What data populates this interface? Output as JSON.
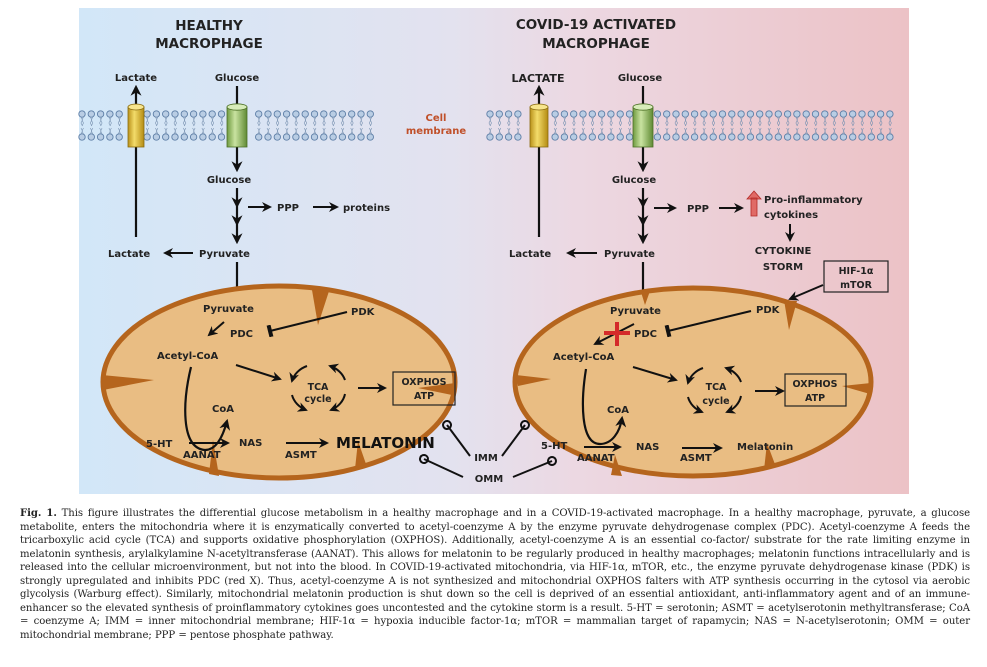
{
  "figure": {
    "healthy": {
      "title_line1": "HEALTHY",
      "title_line2": "MACROPHAGE",
      "lactate_out": "Lactate",
      "glucose_out": "Glucose",
      "glucose_in": "Glucose",
      "ppp": "PPP",
      "proteins": "proteins",
      "lactate_in": "Lactate",
      "pyruvate": "Pyruvate",
      "mito": {
        "pyruvate": "Pyruvate",
        "pdk": "PDK",
        "pdc": "PDC",
        "acetyl_coa": "Acetyl-CoA",
        "tca_line1": "TCA",
        "tca_line2": "cycle",
        "oxphos": "OXPHOS",
        "atp": "ATP",
        "coa": "CoA",
        "serotonin": "5-HT",
        "aanat": "AANAT",
        "nas": "NAS",
        "asmt": "ASMT",
        "melatonin": "MELATONIN"
      }
    },
    "covid": {
      "title_line1": "COVID-19 ACTIVATED",
      "title_line2": "MACROPHAGE",
      "lactate_out": "LACTATE",
      "glucose_out": "Glucose",
      "glucose_in": "Glucose",
      "ppp": "PPP",
      "cytokines_line1": "Pro-inflammatory",
      "cytokines_line2": "cytokines",
      "storm_line1": "CYTOKINE",
      "storm_line2": "STORM",
      "hif_line1": "HIF-1α",
      "hif_line2": "mTOR",
      "lactate_in": "Lactate",
      "pyruvate": "Pyruvate",
      "mito": {
        "pyruvate": "Pyruvate",
        "pdk": "PDK",
        "pdc": "PDC",
        "acetyl_coa": "Acetyl-CoA",
        "tca_line1": "TCA",
        "tca_line2": "cycle",
        "oxphos": "OXPHOS",
        "atp": "ATP",
        "coa": "CoA",
        "serotonin": "5-HT",
        "aanat": "AANAT",
        "nas": "NAS",
        "asmt": "ASMT",
        "melatonin": "Melatonin"
      }
    },
    "membrane_label_line1": "Cell",
    "membrane_label_line2": "membrane",
    "imm": "IMM",
    "omm": "OMM",
    "colors": {
      "healthy_bg": "#d4e8f7",
      "covid_bg": "#ecc5c9",
      "mito_fill": "#e8b97c",
      "mito_edge": "#b8641e",
      "membrane_label": "#c0502a",
      "lactate_channel": "#e5c23c",
      "glucose_channel": "#9cc46a",
      "inhibit_x": "#d42a2a",
      "up_arrow": "#d9534f"
    }
  },
  "caption": {
    "label": "Fig. 1.",
    "text": " This figure illustrates the differential glucose metabolism in a healthy macrophage and in a COVID-19-activated macrophage. In a healthy macrophage, pyruvate, a glucose metabolite, enters the mitochondria where it is enzymatically converted to acetyl-coenzyme A by the enzyme pyruvate dehydrogenase complex (PDC). Acetyl-coenzyme A feeds the tricarboxylic acid cycle (TCA) and supports oxidative phosphorylation (OXPHOS). Additionally, acetyl-coenzyme A is an essential co-factor/ substrate for the rate limiting enzyme in melatonin synthesis, arylalkylamine N-acetyltransferase (AANAT). This allows for melatonin to be regularly produced in healthy macrophages; melatonin functions intracellularly and is released into the cellular microenvironment, but not into the blood. In COVID-19-activated mitochondria, via HIF-1α, mTOR, etc., the enzyme pyruvate dehydrogenase kinase (PDK) is strongly upregulated and inhibits PDC (red X). Thus, acetyl-coenzyme A is not synthesized and mitochondrial OXPHOS falters with ATP synthesis occurring in the cytosol via aerobic glycolysis (Warburg effect). Similarly, mitochondrial melatonin production is shut down so the cell is deprived of an essential antioxidant, anti-inflammatory agent and of an immune-enhancer so the elevated synthesis of proinflammatory cytokines goes uncontested and the cytokine storm is a result. 5-HT = serotonin; ASMT = acetylserotonin methyltransferase; CoA = coenzyme A; IMM = inner mitochondrial membrane; HIF-1α = hypoxia inducible factor-1α; mTOR = mammalian target of rapamycin; NAS = N-acetylserotonin; OMM = outer mitochondrial membrane; PPP = pentose phosphate pathway."
  }
}
